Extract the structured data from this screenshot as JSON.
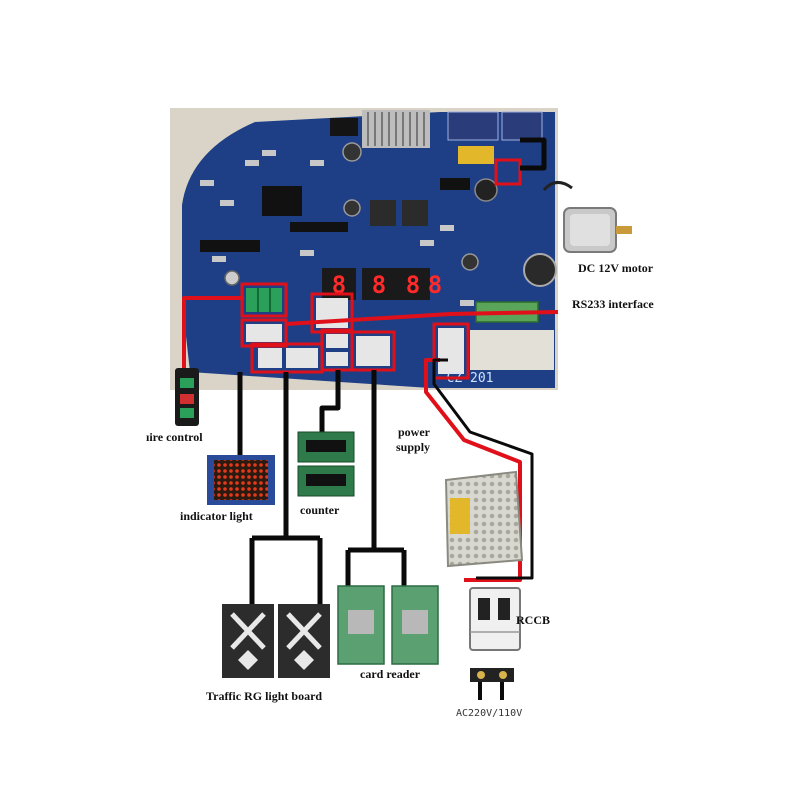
{
  "labels": {
    "dc_motor": "DC 12V motor",
    "rs232": "RS233 interface",
    "fire_control": "ıire control",
    "power_supply_line1": "power",
    "power_supply_line2": "supply",
    "indicator_light": "indicator light",
    "counter": "counter",
    "rccb": "RCCB",
    "card_reader": "card reader",
    "traffic_board": "Traffic RG light board",
    "ac_input": "AC220V/110V"
  },
  "board": {
    "model": "CZ-201",
    "display_digits": [
      "8",
      "8",
      "8",
      "8"
    ]
  },
  "colors": {
    "pcb": "#1e3f86",
    "wire_red": "#e0101a",
    "wire_black": "#0a0a0a",
    "highlight": "#e0101a",
    "terminal_green": "#2aa05a"
  }
}
